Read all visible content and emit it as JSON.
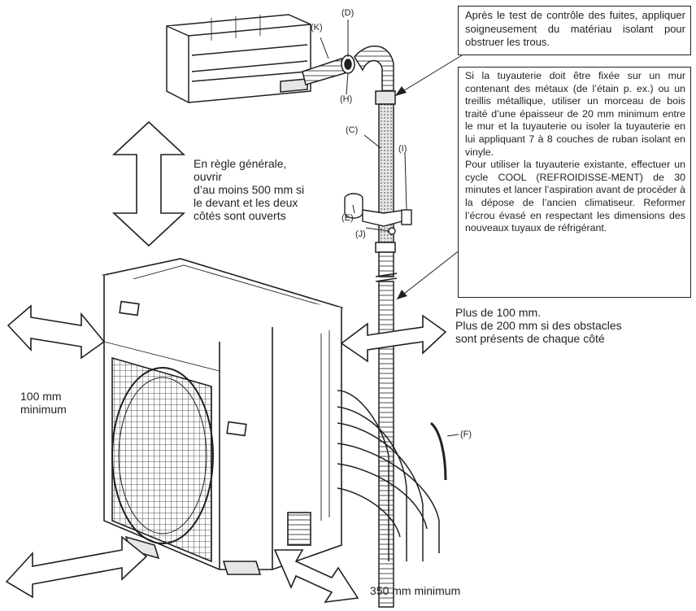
{
  "labels": {
    "K": "(K)",
    "D": "(D)",
    "H": "(H)",
    "C": "(C)",
    "I": "(I)",
    "E": "(E)",
    "J": "(J)",
    "F": "(F)"
  },
  "top_note": "Après le test de contrôle des fuites, appliquer soigneusement du matériau isolant pour obstruer les trous.",
  "side_note": {
    "paragraph1": "Si la tuyauterie doit être fixée sur un mur contenant des métaux (de l’étain p. ex.) ou un treillis métallique, utiliser un morceau de bois traité d’une épaisseur de 20 mm minimum entre le mur et la tuyauterie ou isoler la tuyauterie en lui appliquant 7 à 8 couches de ruban isolant en vinyle.",
    "paragraph2": "Pour utiliser la tuyauterie existante, effectuer un cycle COOL (REFROIDISSE-MENT) de 30 minutes et lancer l’aspiration avant de procéder à la dépose de l’ancien climatiseur. Reformer l’écrou évasé en respectant les dimensions des nouveaux tuyaux de réfrigérant."
  },
  "clearances": {
    "top_line1": "En règle générale,",
    "top_line2": "ouvrir",
    "top_line3": "d’au moins 500 mm si",
    "top_line4": "le devant et les deux",
    "top_line5": "côtés sont ouverts",
    "right_line1": "Plus de 100 mm.",
    "right_line2": "Plus de 200 mm si des obstacles",
    "right_line3": "sont présents de chaque côté",
    "left_line1": "100 mm",
    "left_line2": "minimum",
    "bottom": "350 mm minimum"
  }
}
